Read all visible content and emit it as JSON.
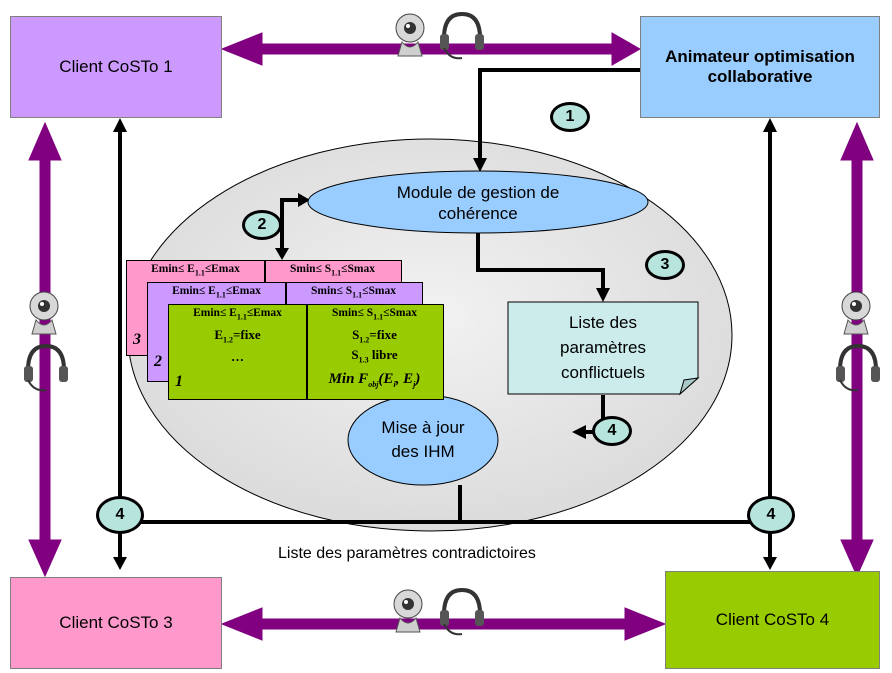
{
  "clients": {
    "c1": "Client CoSTo 1",
    "c3": "Client CoSTo 3",
    "c4": "Client CoSTo 4",
    "anim_line1": "Animateur optimisation",
    "anim_line2": "collaborative"
  },
  "modules": {
    "gestion_line1": "Module de gestion de",
    "gestion_line2": "cohérence",
    "liste_line1": "Liste des",
    "liste_line2": "paramètres",
    "liste_line3": "conflictuels",
    "maj_line1": "Mise à jour",
    "maj_line2": "des IHM"
  },
  "steps": {
    "s1": "1",
    "s2": "2",
    "s3": "3",
    "s4": "4"
  },
  "bottom_label": "Liste des paramètres contradictoires",
  "cards": {
    "emin_a": "Emin≤ E",
    "emin_sub": "1.1",
    "emin_b": "≤Emax",
    "smin_a": "Smin≤ S",
    "smin_sub": "1.1",
    "smin_b": "≤Smax",
    "e12_a": "E",
    "e12_sub": "1.2",
    "e12_b": "=fixe",
    "dots": "…",
    "s12_a": "S",
    "s12_sub": "1.2",
    "s12_b": "=fixe",
    "s13_a": "S",
    "s13_sub": "1.3",
    "s13_b": " libre",
    "obj_a": "Min F",
    "obj_sub": "obj",
    "obj_b": "(E",
    "obj_sub2": "i",
    "obj_c": ", E",
    "obj_sub3": "j",
    "obj_d": ")",
    "idx1": "1",
    "idx2": "2",
    "idx3": "3"
  },
  "colors": {
    "client1": "#cc99ff",
    "animateur": "#99ccff",
    "client3": "#ff99cc",
    "client4": "#99cc00",
    "purple_arrow": "#800080",
    "ellipse_bg": "#e6e6e6",
    "module_bg": "#99ccff",
    "liste_bg": "#ccecec",
    "card_green": "#99cc00",
    "card_purple": "#cc99ff",
    "card_pink": "#ff99cc"
  },
  "icons": [
    "webcam-icon",
    "headset-icon"
  ]
}
